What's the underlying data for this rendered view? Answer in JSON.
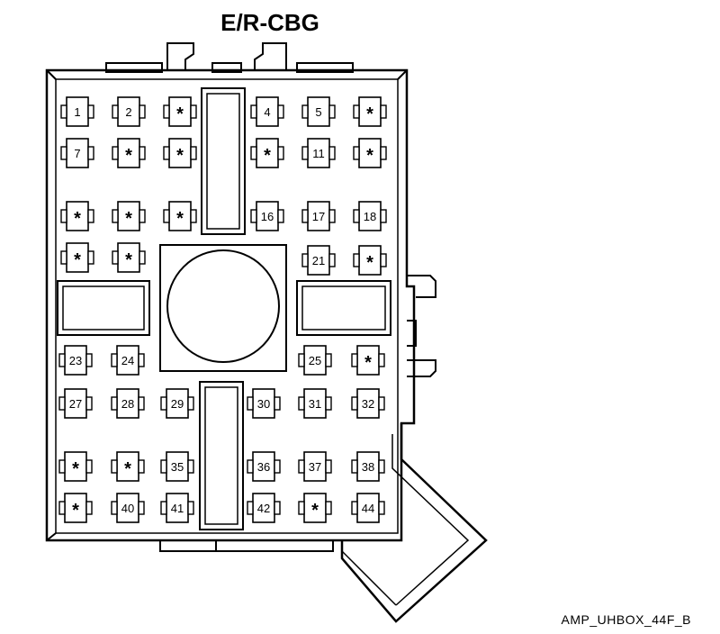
{
  "title": "E/R-CBG",
  "caption": "AMP_UHBOX_44F_B",
  "fuses": [
    {
      "label": "1"
    },
    {
      "label": "2"
    },
    {
      "label": "*"
    },
    {
      "label": "4"
    },
    {
      "label": "5"
    },
    {
      "label": "*"
    },
    {
      "label": "7"
    },
    {
      "label": "*"
    },
    {
      "label": "*"
    },
    {
      "label": "*"
    },
    {
      "label": "11"
    },
    {
      "label": "*"
    },
    {
      "label": "*"
    },
    {
      "label": "*"
    },
    {
      "label": "*"
    },
    {
      "label": "16"
    },
    {
      "label": "17"
    },
    {
      "label": "18"
    },
    {
      "label": "*"
    },
    {
      "label": "*"
    },
    {
      "label": "21"
    },
    {
      "label": "*"
    },
    {
      "label": "23"
    },
    {
      "label": "24"
    },
    {
      "label": "25"
    },
    {
      "label": "*"
    },
    {
      "label": "27"
    },
    {
      "label": "28"
    },
    {
      "label": "29"
    },
    {
      "label": "30"
    },
    {
      "label": "31"
    },
    {
      "label": "32"
    },
    {
      "label": "*"
    },
    {
      "label": "*"
    },
    {
      "label": "35"
    },
    {
      "label": "36"
    },
    {
      "label": "37"
    },
    {
      "label": "38"
    },
    {
      "label": "*"
    },
    {
      "label": "40"
    },
    {
      "label": "41"
    },
    {
      "label": "42"
    },
    {
      "label": "*"
    },
    {
      "label": "44"
    }
  ]
}
